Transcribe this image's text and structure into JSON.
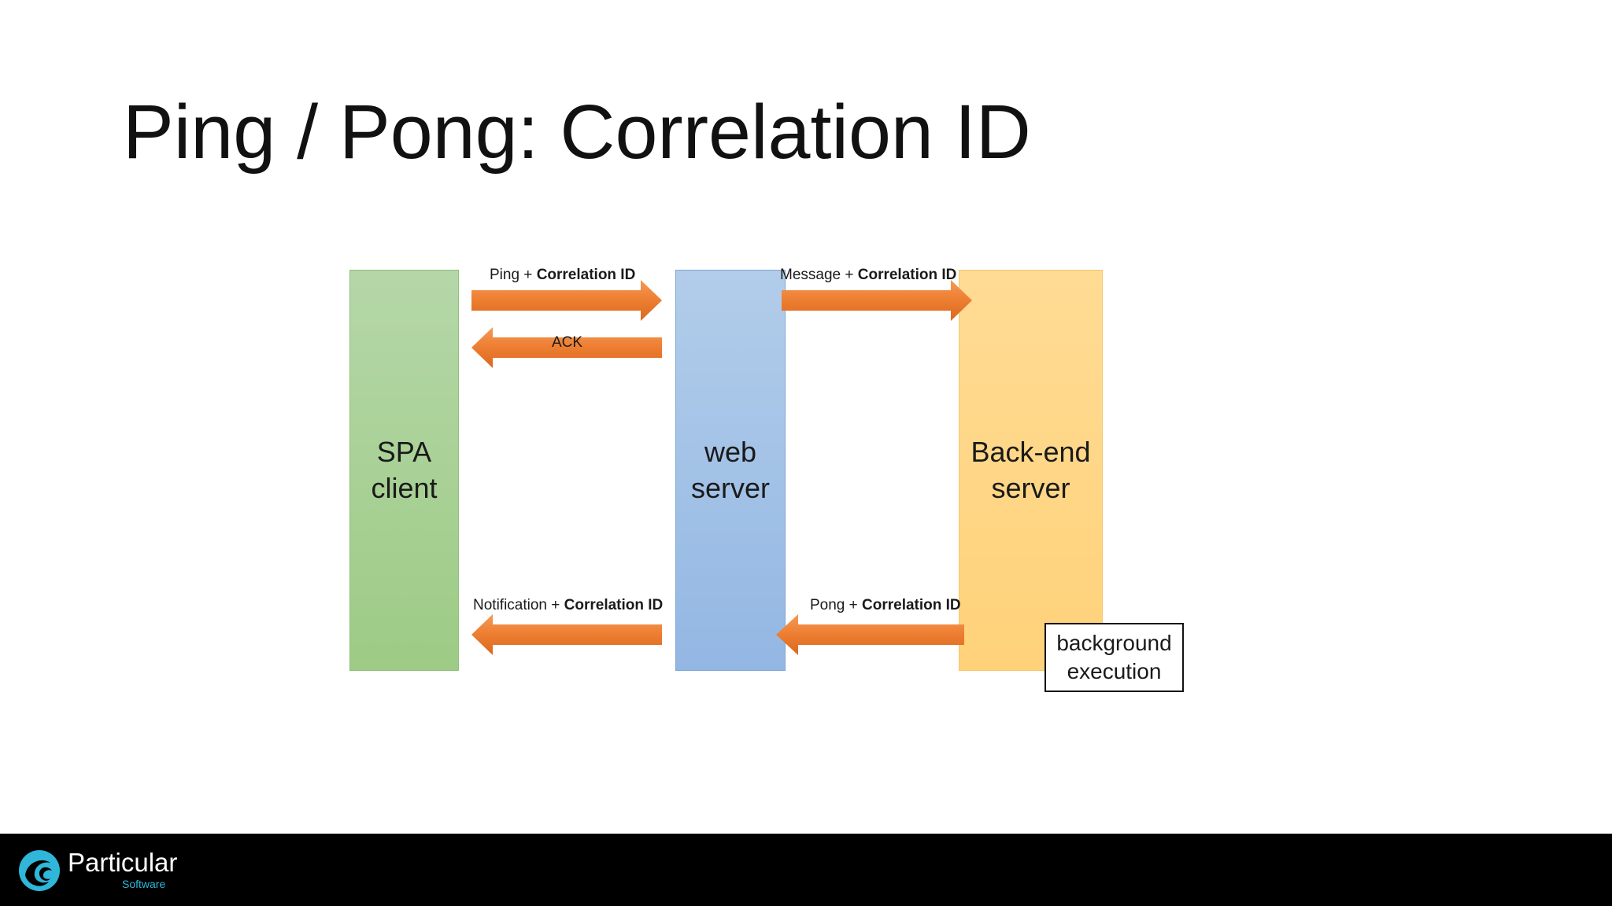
{
  "slide": {
    "title": "Ping / Pong: Correlation ID"
  },
  "diagram": {
    "boxes": {
      "spa": {
        "line1": "SPA",
        "line2": "client",
        "color": "#a8d08d"
      },
      "web": {
        "line1": "web",
        "line2": "server",
        "color": "#9dc3e6"
      },
      "backend": {
        "line1": "Back-end",
        "line2": "server",
        "color": "#ffd57f"
      }
    },
    "background_note": {
      "line1": "background",
      "line2": "execution"
    },
    "arrows": {
      "ping": {
        "text": "Ping + ",
        "bold": "Correlation ID",
        "direction": "right"
      },
      "ack": {
        "text": "ACK",
        "direction": "left"
      },
      "message": {
        "text": "Message + ",
        "bold": "Correlation ID",
        "direction": "right"
      },
      "notification": {
        "text": "Notification + ",
        "bold": "Correlation ID",
        "direction": "left"
      },
      "pong": {
        "text": "Pong + ",
        "bold": "Correlation ID",
        "direction": "left"
      }
    },
    "arrow_color": "#ed7d31"
  },
  "footer": {
    "brand_name": "Particular",
    "brand_sub": "Software",
    "logo_icon": "wave-logo-icon",
    "logo_color": "#2fb6d8"
  }
}
